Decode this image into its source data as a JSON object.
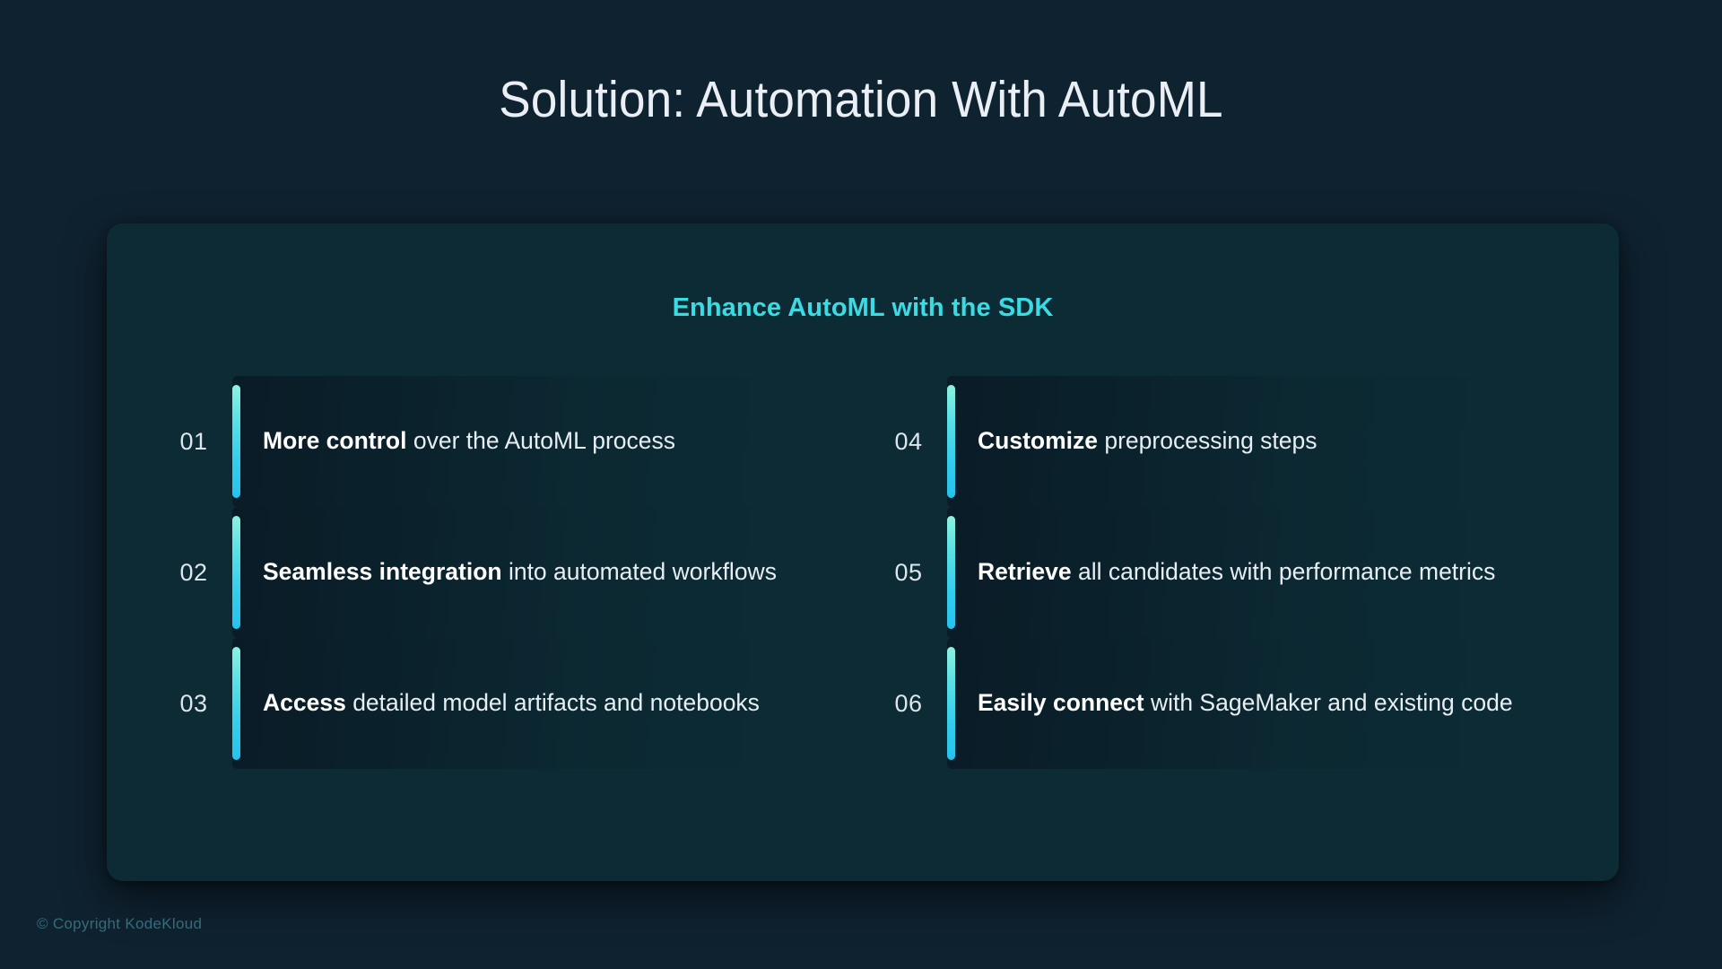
{
  "slide": {
    "title": "Solution: Automation With AutoML",
    "background_color": "#0f2230"
  },
  "panel": {
    "heading": "Enhance AutoML with the SDK",
    "heading_color": "#3adbe2",
    "background_color": "#0c2b35",
    "items": [
      {
        "number": "01",
        "bold": "More control",
        "rest": " over the AutoML process",
        "accent_color_start": "#8df2e0",
        "accent_color_end": "#25c3ed"
      },
      {
        "number": "04",
        "bold": "Customize",
        "rest": " preprocessing steps",
        "accent_color_start": "#8df2e0",
        "accent_color_end": "#25c3ed"
      },
      {
        "number": "02",
        "bold": "Seamless integration",
        "rest": " into automated workflows",
        "accent_color_start": "#8df2e0",
        "accent_color_end": "#25c3ed"
      },
      {
        "number": "05",
        "bold": "Retrieve",
        "rest": " all candidates with performance metrics",
        "accent_color_start": "#8df2e0",
        "accent_color_end": "#25c3ed"
      },
      {
        "number": "03",
        "bold": "Access",
        "rest": " detailed model artifacts and notebooks",
        "accent_color_start": "#8df2e0",
        "accent_color_end": "#25c3ed"
      },
      {
        "number": "06",
        "bold": "Easily connect",
        "rest": " with SageMaker and existing code",
        "accent_color_start": "#8df2e0",
        "accent_color_end": "#25c3ed"
      }
    ]
  },
  "footer": {
    "copyright": "© Copyright KodeKloud"
  }
}
